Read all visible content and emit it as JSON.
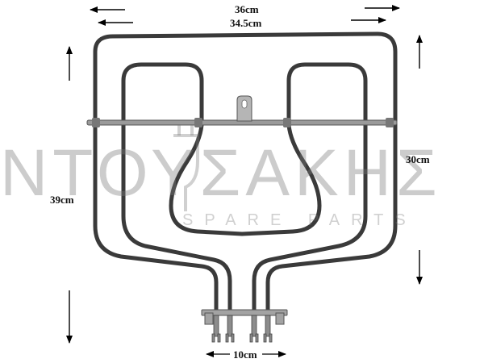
{
  "dimensions": {
    "outer_width": "36cm",
    "inner_width": "34.5cm",
    "total_height": "39cm",
    "element_height": "30cm",
    "terminal_spacing": "10cm"
  },
  "watermark": {
    "brand": "ΝΤΟΥΣΑΚΗΣ",
    "tagline": "SPARE PARTS"
  },
  "colors": {
    "element": "#3a3a3a",
    "bracket": "#8a8a8a",
    "arrow": "#000000"
  }
}
